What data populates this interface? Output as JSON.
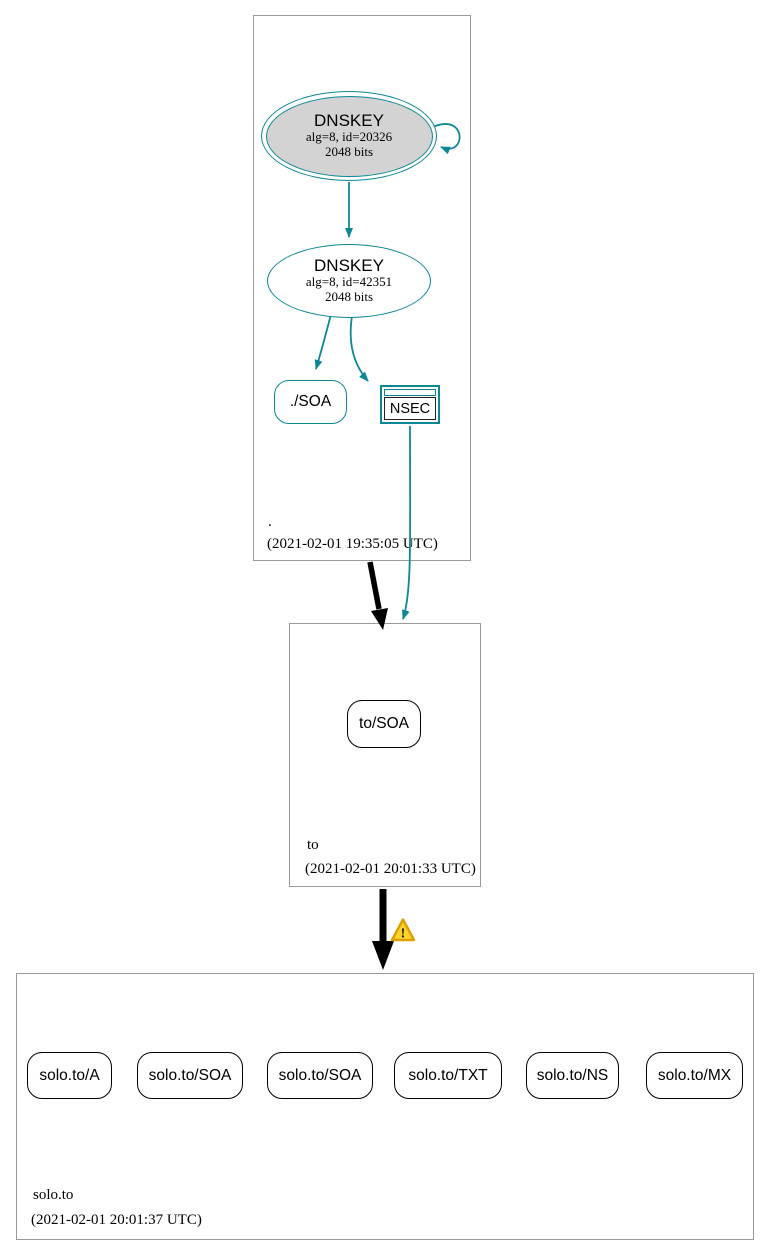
{
  "colors": {
    "secure": "#0e8795",
    "cluster_border": "#9a9a9a",
    "ksk_fill": "#d3d3d3",
    "warning_fill": "#ffd42a",
    "warning_border": "#de9f00",
    "edge_black": "#000000"
  },
  "zones": {
    "root": {
      "label": ".",
      "timestamp": "(2021-02-01 19:35:05 UTC)",
      "ksk": {
        "title": "DNSKEY",
        "alg": "alg=8, id=20326",
        "bits": "2048 bits"
      },
      "zsk": {
        "title": "DNSKEY",
        "alg": "alg=8, id=42351",
        "bits": "2048 bits"
      },
      "soa": "./SOA",
      "nsec": "NSEC"
    },
    "to": {
      "label": "to",
      "timestamp": "(2021-02-01 20:01:33 UTC)",
      "soa": "to/SOA"
    },
    "solo_to": {
      "label": "solo.to",
      "timestamp": "(2021-02-01 20:01:37 UTC)",
      "rrsets": [
        "solo.to/A",
        "solo.to/SOA",
        "solo.to/SOA",
        "solo.to/TXT",
        "solo.to/NS",
        "solo.to/MX"
      ]
    }
  },
  "icons": {
    "warning": "!"
  }
}
